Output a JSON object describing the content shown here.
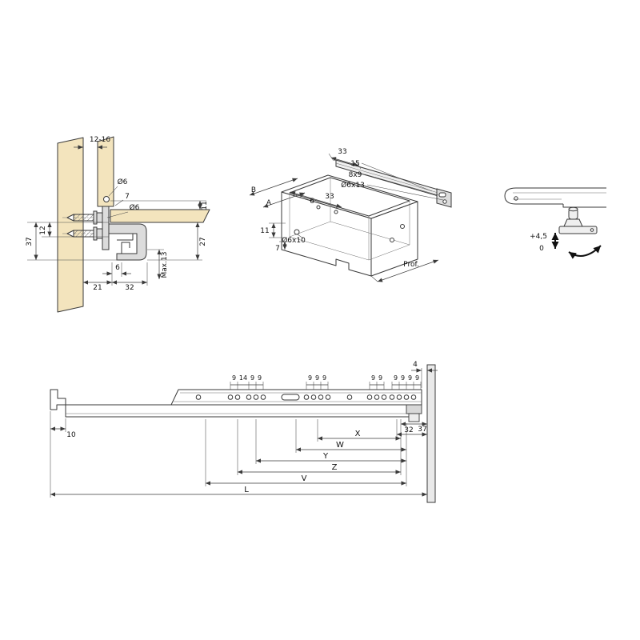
{
  "colors": {
    "line": "#3a3a3a",
    "wood": "#f3e4bd",
    "metal": "#dcdcdc"
  },
  "cross_section": {
    "gap": "12-16",
    "dia_top": "Ø6",
    "dim7": "7",
    "dia_screw": "Ø6",
    "dim11": "11",
    "dim12": "12",
    "dim37": "37",
    "dim27": "27",
    "dim6": "6",
    "dim21": "21",
    "dim32": "32",
    "max13": "Max.13"
  },
  "isometric": {
    "dim33_rail": "33",
    "dim15": "15",
    "slot": "8x9",
    "hole_rear": "Ø6x13",
    "dimB": "B",
    "dimA": "A",
    "dim6": "6",
    "dim33": "33",
    "dim11": "11",
    "hole_front": "Ø6x10",
    "dim7": "7",
    "depth": "Prof."
  },
  "profile": {
    "adjust": "+4,5",
    "zero": "0"
  },
  "side_view": {
    "g1": [
      "9",
      "14",
      "9",
      "9"
    ],
    "g2": [
      "9",
      "9",
      "9"
    ],
    "g3": [
      "9",
      "9"
    ],
    "g4": [
      "9",
      "9",
      "9",
      "9"
    ],
    "dim4": "4",
    "dim10": "10",
    "dim32": "32",
    "dim37": "37",
    "dimX": "X",
    "dimW": "W",
    "dimY": "Y",
    "dimZ": "Z",
    "dimV": "V",
    "dimL": "L"
  }
}
